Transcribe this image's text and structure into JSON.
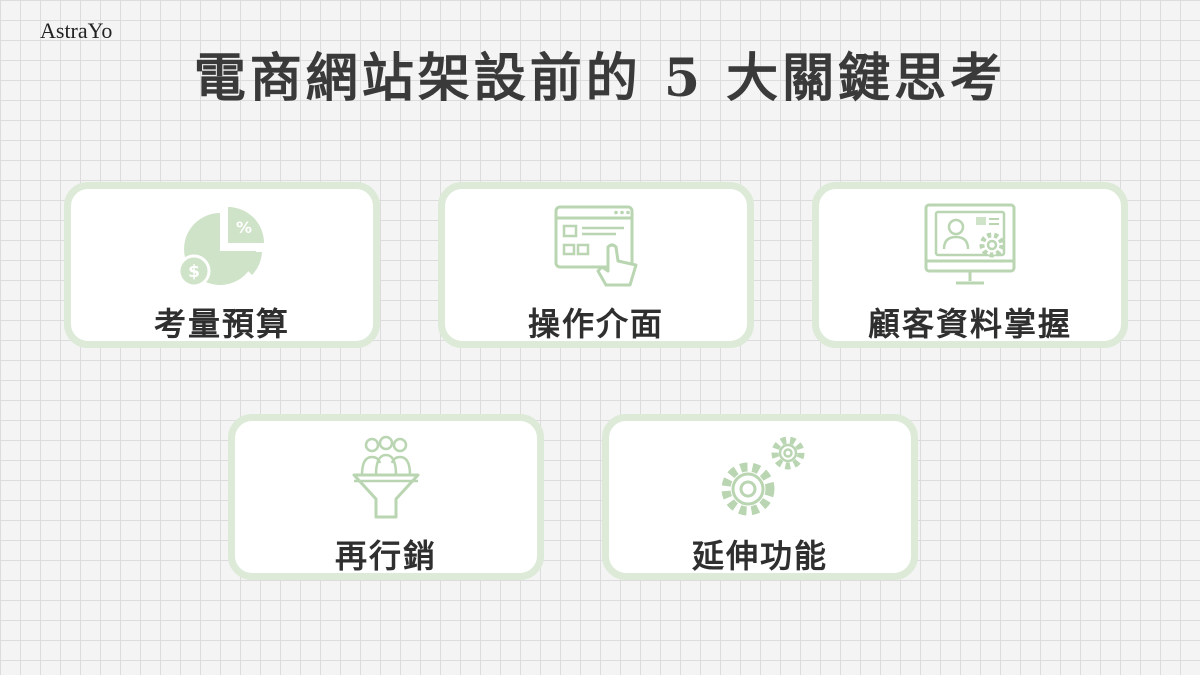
{
  "brand": "AstraYo",
  "title": "電商網站架設前的 5 大關鍵思考",
  "colors": {
    "card_border": "#dcead7",
    "icon_fill": "#cfe3c9",
    "icon_stroke": "#b9d5b1",
    "text": "#2f2f2f"
  },
  "cards": [
    {
      "label": "考量預算",
      "icon": "pie-chart-percent-dollar-icon",
      "icon_text_percent": "%",
      "icon_text_dollar": "$"
    },
    {
      "label": "操作介面",
      "icon": "browser-window-pointer-icon"
    },
    {
      "label": "顧客資料掌握",
      "icon": "monitor-profile-gear-icon"
    },
    {
      "label": "再行銷",
      "icon": "people-funnel-icon"
    },
    {
      "label": "延伸功能",
      "icon": "gears-icon"
    }
  ]
}
